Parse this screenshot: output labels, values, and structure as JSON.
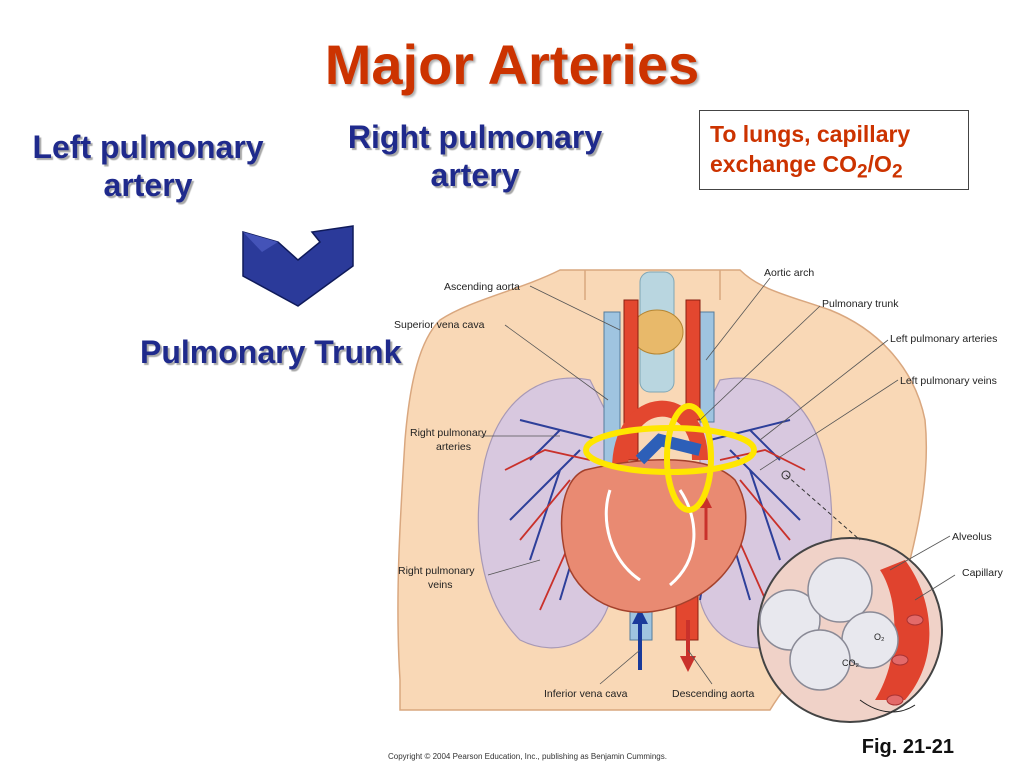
{
  "title": "Major Arteries",
  "labels": {
    "left_pulmonary": "Left pulmonary artery",
    "right_pulmonary": "Right pulmonary artery",
    "pulmonary_trunk": "Pulmonary Trunk"
  },
  "note": {
    "line1": "To lungs, capillary",
    "line2_prefix": "exchange CO",
    "sub1": "2",
    "slash": "/O",
    "sub2": "2"
  },
  "figure_ref": "Fig. 21-21",
  "copyright": "Copyright © 2004 Pearson Education, Inc., publishing as Benjamin Cummings.",
  "anatomy_labels": {
    "ascending_aorta": "Ascending aorta",
    "aortic_arch": "Aortic arch",
    "superior_vena_cava": "Superior vena cava",
    "pulmonary_trunk": "Pulmonary trunk",
    "left_pulmonary_arteries": "Left pulmonary arteries",
    "left_pulmonary_veins": "Left pulmonary veins",
    "right_pulmonary_arteries_1": "Right pulmonary",
    "right_pulmonary_arteries_2": "arteries",
    "right_pulmonary_veins_1": "Right pulmonary",
    "right_pulmonary_veins_2": "veins",
    "alveolus": "Alveolus",
    "capillary": "Capillary",
    "inferior_vena_cava": "Inferior vena cava",
    "descending_aorta": "Descending aorta",
    "o2": "O₂",
    "co2": "CO₂"
  },
  "colors": {
    "title": "#cc3300",
    "label_blue": "#1f2a8c",
    "arrow_fill": "#2b3a9a",
    "highlight_ring": "#ffe600"
  },
  "icons": {
    "branch_arrow": "double-up-branch-arrow"
  }
}
